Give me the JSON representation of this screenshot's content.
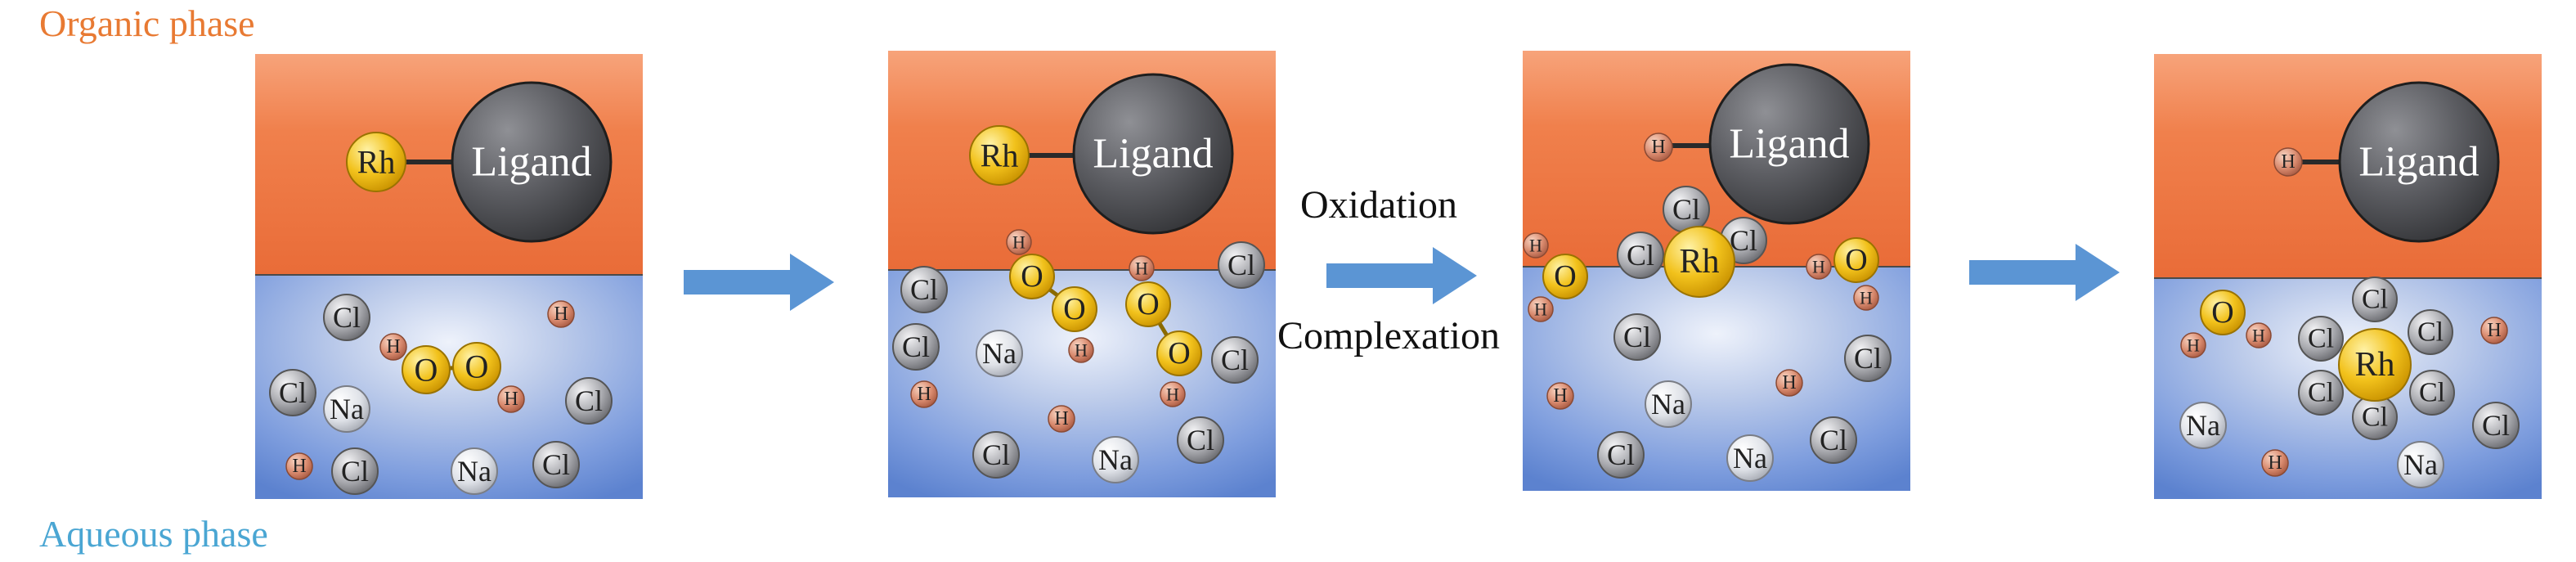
{
  "labels": {
    "organic_phase": "Organic phase",
    "aqueous_phase": "Aqueous phase",
    "oxidation": "Oxidation",
    "complexation": "Complexation"
  },
  "colors": {
    "organic": "#ef7a47",
    "aqueous": "#6a93d6",
    "arrow": "#5b95d4",
    "organic_label": "#e87a33",
    "aqueous_label": "#4aa6d3"
  },
  "atoms": {
    "rh": "Rh",
    "ligand": "Ligand",
    "cl": "Cl",
    "na": "Na",
    "h": "H",
    "o": "O"
  }
}
